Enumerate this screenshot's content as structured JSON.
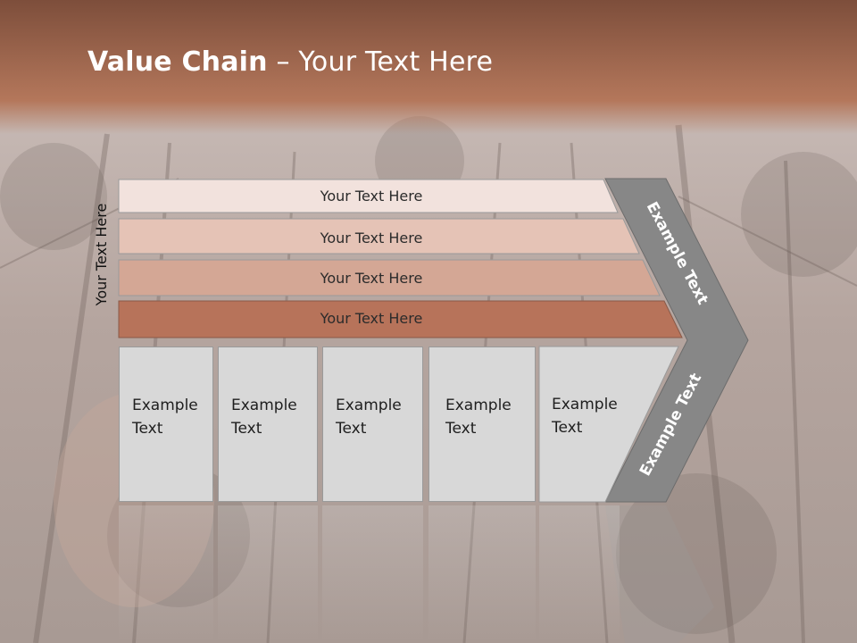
{
  "header": {
    "title_bold": "Value Chain",
    "title_rest": " – Your Text Here"
  },
  "side_label": "Your Text Here",
  "bars": [
    {
      "label": "Your Text Here",
      "color": "#f2e2dd"
    },
    {
      "label": "Your Text Here",
      "color": "#e5c3b6"
    },
    {
      "label": "Your Text Here",
      "color": "#d4a795"
    },
    {
      "label": "Your Text Here",
      "color": "#b7735a"
    }
  ],
  "chevron": {
    "top_label": "Example Text",
    "bottom_label": "Example Text",
    "color": "#878787"
  },
  "boxes": [
    {
      "line1": "Example",
      "line2": "Text"
    },
    {
      "line1": "Example",
      "line2": "Text"
    },
    {
      "line1": "Example",
      "line2": "Text"
    },
    {
      "line1": "Example",
      "line2": "Text"
    },
    {
      "line1": "Example",
      "line2": "Text"
    }
  ],
  "colors": {
    "header_band": "#9a5c44",
    "box_fill": "#d8d8d8"
  }
}
